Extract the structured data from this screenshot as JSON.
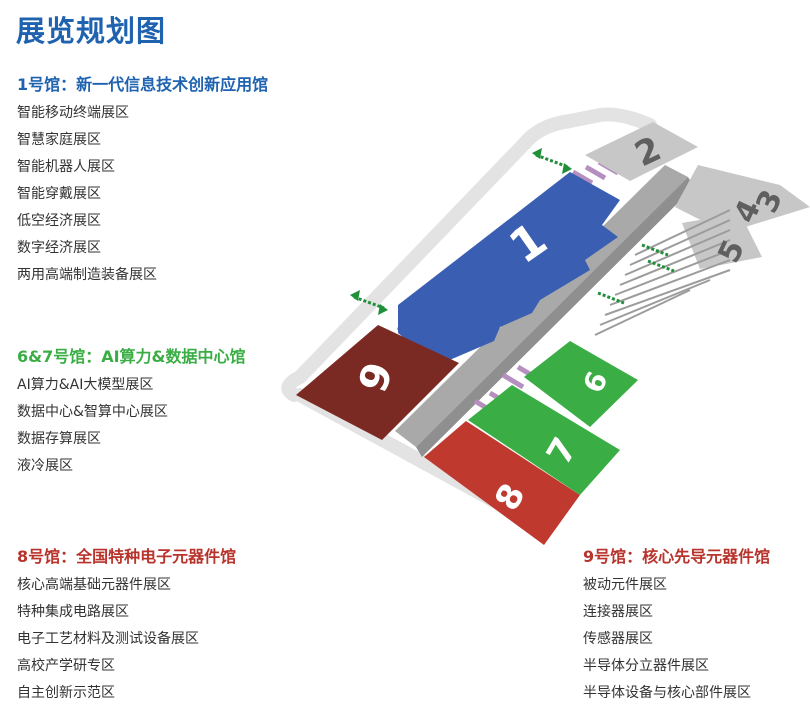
{
  "page_title": "展览规划图",
  "colors": {
    "title_blue": "#1f63b0",
    "hall1": "#3a5fb2",
    "hall67": "#3aae45",
    "hall8": "#c0392f",
    "hall9": "#7a2a22",
    "corridor": "#a9a9a9",
    "walkway": "#b48fc0",
    "exit_arrow": "#1f8f3a",
    "grey_hall": "#c7c7c7"
  },
  "sections": {
    "hall1": {
      "title": "1号馆：新一代信息技术创新应用馆",
      "color": "#1f63b0",
      "items": [
        "智能移动终端展区",
        "智慧家庭展区",
        "智能机器人展区",
        "智能穿戴展区",
        "低空经济展区",
        "数字经济展区",
        "两用高端制造装备展区"
      ]
    },
    "hall67": {
      "title": "6&7号馆：AI算力&数据中心馆",
      "color": "#3aae45",
      "items": [
        "AI算力&AI大模型展区",
        "数据中心&智算中心展区",
        "数据存算展区",
        "液冷展区"
      ]
    },
    "hall8": {
      "title": "8号馆：全国特种电子元器件馆",
      "color": "#b8332b",
      "items": [
        "核心高端基础元器件展区",
        "特种集成电路展区",
        "电子工艺材料及测试设备展区",
        "高校产学研专区",
        "自主创新示范区"
      ]
    },
    "hall9": {
      "title": "9号馆：核心先导元器件馆",
      "color": "#b8332b",
      "items": [
        "被动元件展区",
        "连接器展区",
        "传感器展区",
        "半导体分立器件展区",
        "半导体设备与核心部件展区"
      ]
    }
  },
  "map": {
    "hall_labels": {
      "h1": "1",
      "h2": "2",
      "h3": "3",
      "h4": "4",
      "h5": "5",
      "h6": "6",
      "h7": "7",
      "h8": "8",
      "h9": "9"
    }
  }
}
